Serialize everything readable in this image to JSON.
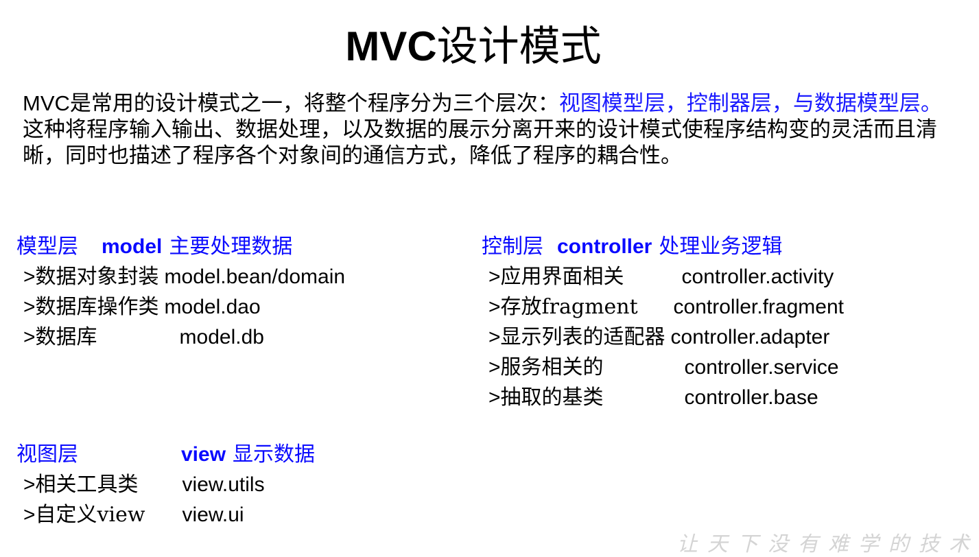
{
  "title": {
    "latin": "MVC",
    "cjk": "设计模式"
  },
  "intro": {
    "part1_latin": "MVC",
    "part1": "是常用的设计模式之一，将整个程序分为三个层次：",
    "highlight": "视图模型层，控制器层，与数据模型层。",
    "part2": "这种将程序输入输出、数据处理，以及数据的展示分离开来的设计模式使程序结构变的灵活而且清晰，同时也描述了程序各个对象间的通信方式，降低了程序的耦合性。",
    "highlight_color": "#1a1aff"
  },
  "model": {
    "head_cjk": "模型层",
    "head_kw": "model",
    "head_desc": "主要处理数据",
    "items": [
      {
        "desc": "数据对象封装",
        "pkg": "model.bean/domain"
      },
      {
        "desc": "数据库操作类",
        "pkg": "model.dao"
      },
      {
        "desc": "数据库",
        "pkg": "model.db"
      }
    ]
  },
  "controller": {
    "head_cjk": "控制层",
    "head_kw": "controller",
    "head_desc": "处理业务逻辑",
    "items": [
      {
        "desc": "应用界面相关",
        "pkg": "controller.activity"
      },
      {
        "desc": "存放fragment",
        "pkg": "controller.fragment"
      },
      {
        "desc": "显示列表的适配器",
        "pkg": "controller.adapter"
      },
      {
        "desc": "服务相关的",
        "pkg": "controller.service"
      },
      {
        "desc": "抽取的基类",
        "pkg": "controller.base"
      }
    ]
  },
  "view": {
    "head_cjk": "视图层",
    "head_kw": "view",
    "head_desc": "显示数据",
    "items": [
      {
        "desc": "相关工具类",
        "pkg": "view.utils"
      },
      {
        "desc": "自定义view",
        "pkg": "view.ui"
      }
    ]
  },
  "bullet": ">",
  "heading_color": "#0a0aff",
  "watermark": "让天下没有难学的技术"
}
